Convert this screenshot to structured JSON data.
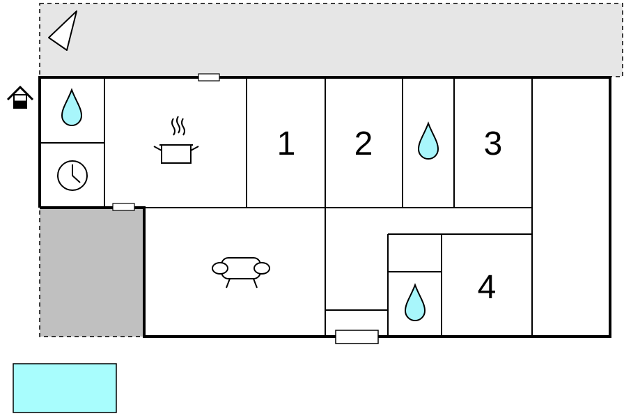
{
  "floorplan": {
    "rooms": [
      {
        "id": "bedroom-1",
        "label": "1"
      },
      {
        "id": "bedroom-2",
        "label": "2"
      },
      {
        "id": "bedroom-3",
        "label": "3"
      },
      {
        "id": "bedroom-4",
        "label": "4"
      }
    ],
    "icons": {
      "compass": "compass-arrow-icon",
      "entrance": "house-entrance-icon",
      "bathroom": "water-drop-icon",
      "sauna": "clock-icon",
      "kitchen": "cooking-pot-icon",
      "living": "sofa-icon"
    },
    "colors": {
      "wall": "#000000",
      "terrace": "#e6e6e6",
      "outdoor_area": "#c0c0c0",
      "water": "#a8f6fb",
      "pool": "#a8fdfd",
      "window": "#ffffff"
    }
  }
}
